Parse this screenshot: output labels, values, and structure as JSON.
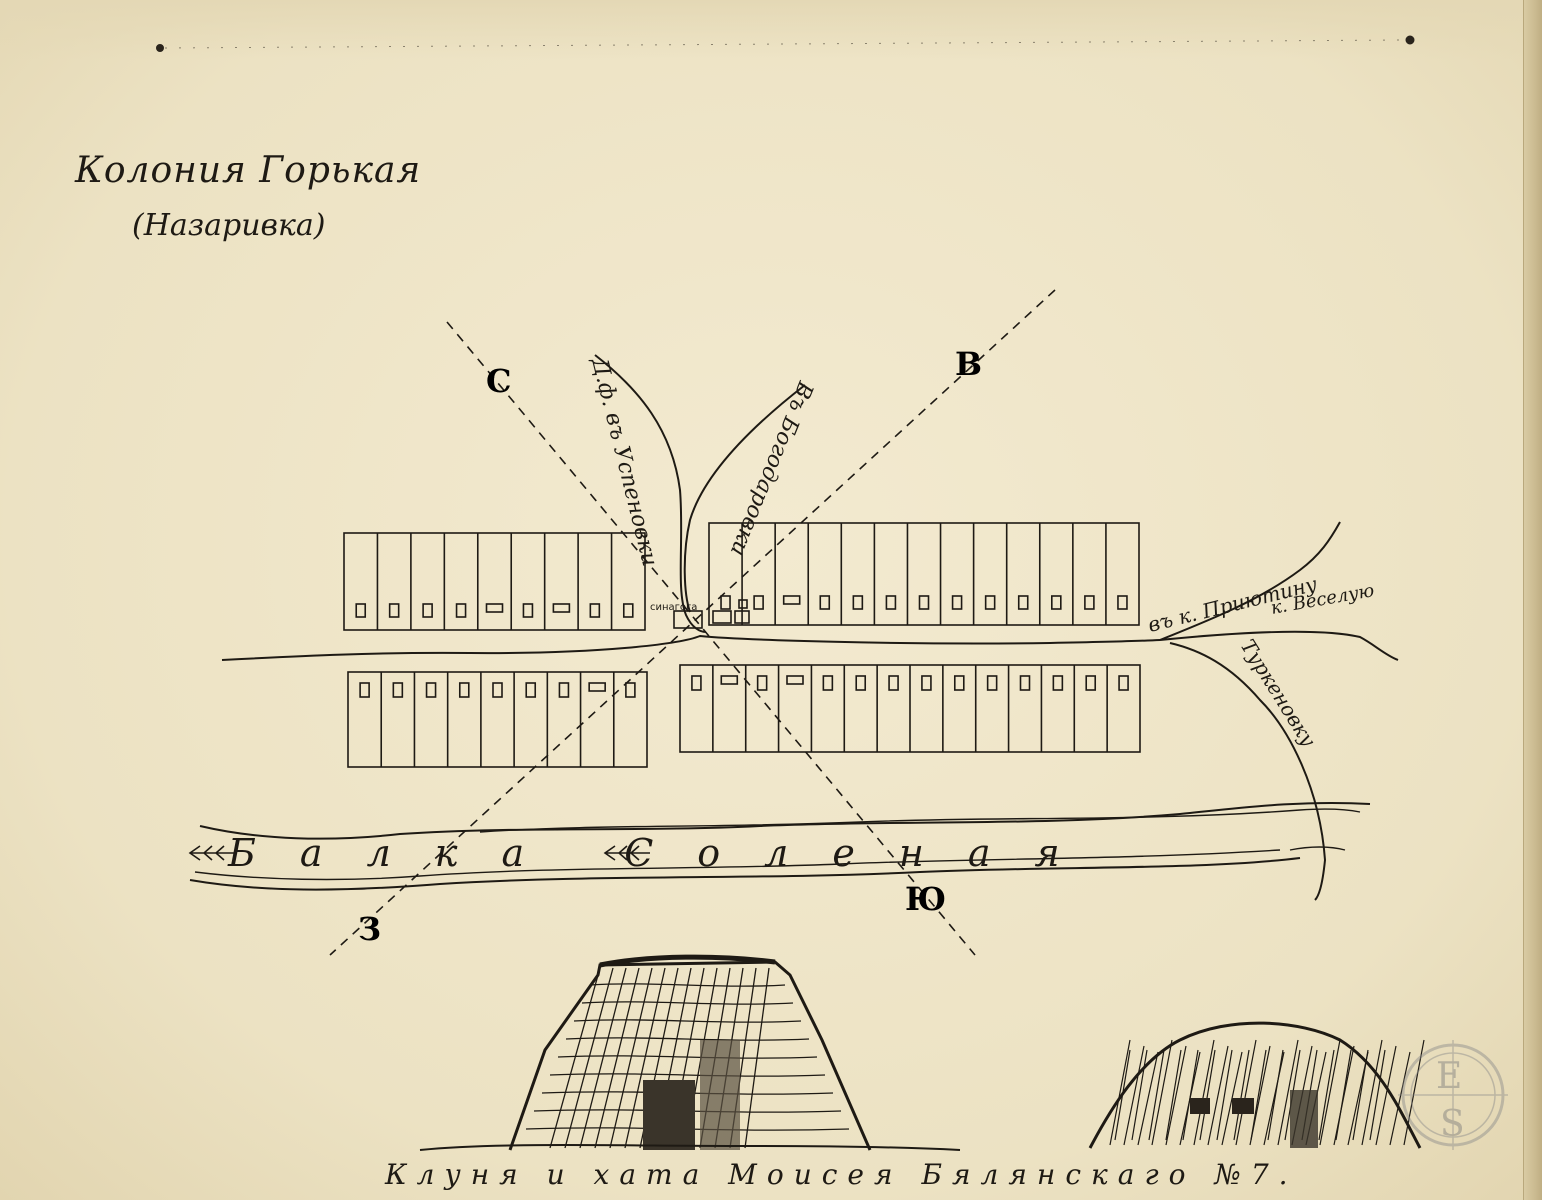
{
  "title": "Колония Горькая",
  "subtitle": "(Назаривка)",
  "compass": {
    "north": "С",
    "east": "В",
    "south": "Ю",
    "west": "З"
  },
  "roads": {
    "uspenovka": "Д.ф. въ Успеновки",
    "bogodarovka": "Въ Богодаровки",
    "priyutinu": "въ к. Приютину",
    "veselu": "к. Веселую",
    "turkenovku": "Туркеновку"
  },
  "river": "Балка Соленая",
  "synagogue": "синагога",
  "caption": "Клуня и хата Моисея Бялянскаго №7.",
  "watermark": {
    "top": "E",
    "bottom": "S"
  },
  "colors": {
    "paper": "#efe6c9",
    "ink": "#1e1a14"
  }
}
